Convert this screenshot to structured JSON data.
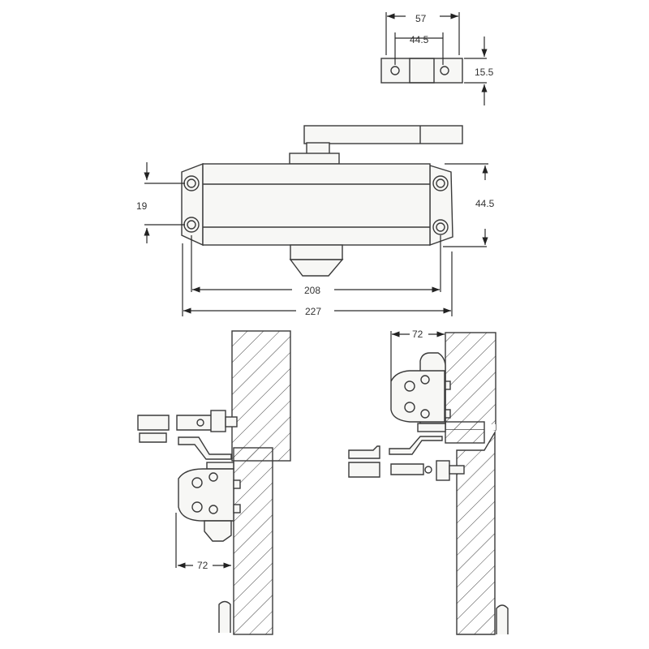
{
  "title": "Door closer dimension drawing",
  "bracket": {
    "overall_width": "57",
    "hole_spacing": "44.5",
    "height": "15.5"
  },
  "body": {
    "hole_vertical_offset": "19",
    "height": "44.5",
    "hole_spacing": "208",
    "overall_length": "227"
  },
  "installation": {
    "left_projection": "72",
    "right_projection": "72"
  },
  "colors": {
    "line": "#3a3a3a",
    "part_fill": "#f7f7f5"
  }
}
